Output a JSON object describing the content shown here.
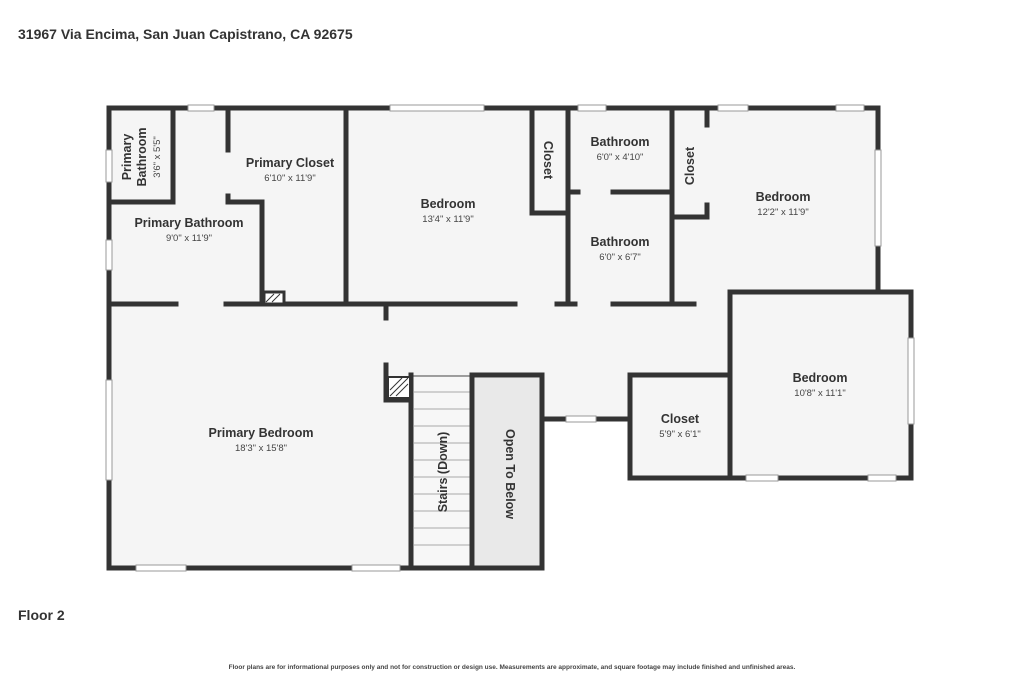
{
  "header": {
    "address": "31967 Via Encima, San Juan Capistrano, CA 92675"
  },
  "floor": {
    "label": "Floor 2"
  },
  "footer": {
    "disclaimer": "Floor plans are for informational purposes only and not for construction or design use. Measurements are approximate, and square footage may include finished and unfinished areas."
  },
  "rooms": {
    "primary_bathroom_small": {
      "name_line1": "Primary",
      "name_line2": "Bathroom",
      "dims": "3'6\" x 5'5\""
    },
    "primary_bathroom": {
      "name": "Primary Bathroom",
      "dims": "9'0\" x 11'9\""
    },
    "primary_closet": {
      "name": "Primary Closet",
      "dims": "6'10\" x 11'9\""
    },
    "bedroom_1": {
      "name": "Bedroom",
      "dims": "13'4\" x 11'9\""
    },
    "closet_1": {
      "name": "Closet"
    },
    "bathroom_1": {
      "name": "Bathroom",
      "dims": "6'0\" x 4'10\""
    },
    "bathroom_2": {
      "name": "Bathroom",
      "dims": "6'0\" x 6'7\""
    },
    "closet_2": {
      "name": "Closet"
    },
    "bedroom_2": {
      "name": "Bedroom",
      "dims": "12'2\" x 11'9\""
    },
    "bedroom_3": {
      "name": "Bedroom",
      "dims": "10'8\" x 11'1\""
    },
    "closet_3": {
      "name": "Closet",
      "dims": "5'9\" x 6'1\""
    },
    "primary_bedroom": {
      "name": "Primary Bedroom",
      "dims": "18'3\" x 15'8\""
    },
    "stairs": {
      "name": "Stairs (Down)"
    },
    "open_to_below": {
      "name": "Open To Below"
    }
  },
  "colors": {
    "wall": "#333333",
    "floor": "#f5f5f5",
    "window": "#cccccc"
  }
}
